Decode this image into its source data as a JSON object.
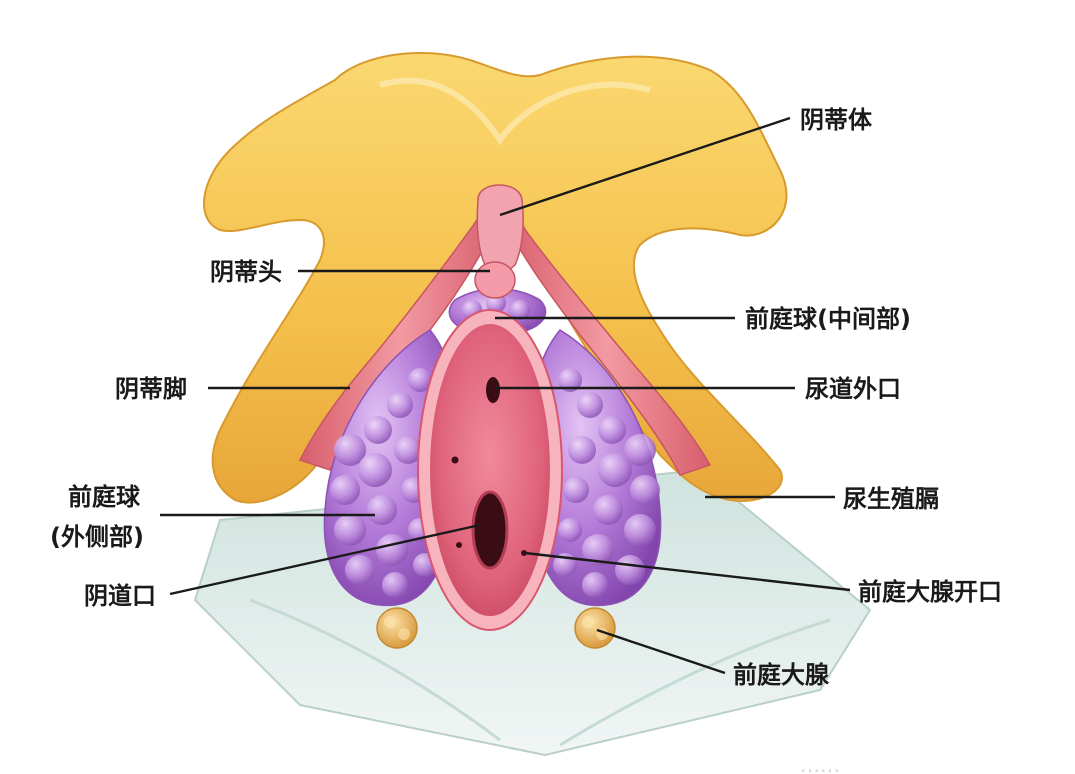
{
  "labels": {
    "clitoral_body": "阴蒂体",
    "clitoral_glans": "阴蒂头",
    "vestibular_bulb_middle": "前庭球(中间部)",
    "clitoral_crus": "阴蒂脚",
    "urethral_orifice": "尿道外口",
    "vestibular_bulb_lateral_line1": "前庭球",
    "vestibular_bulb_lateral_line2": "(外侧部)",
    "urogenital_diaphragm": "尿生殖膈",
    "vaginal_orifice": "阴道口",
    "greater_vestibular_gland_opening": "前庭大腺开口",
    "greater_vestibular_gland": "前庭大腺"
  },
  "watermark": "……",
  "colors": {
    "bone": "#f6c552",
    "bone_highlight": "#fbe39a",
    "bone_shadow": "#d89a2c",
    "muscle": "#e57c86",
    "muscle_dark": "#c85662",
    "bulb": "#b37ad8",
    "bulb_light": "#d3a9ec",
    "bulb_dark": "#8c52b4",
    "vestibule": "#e86f85",
    "vestibule_rim": "#f7b4bd",
    "vestibule_inner": "#d9566e",
    "diaphragm": "#dce9e6",
    "diaphragm_dark": "#b9cfca",
    "gland": "#e9b55e",
    "orifice": "#3a0d14"
  }
}
